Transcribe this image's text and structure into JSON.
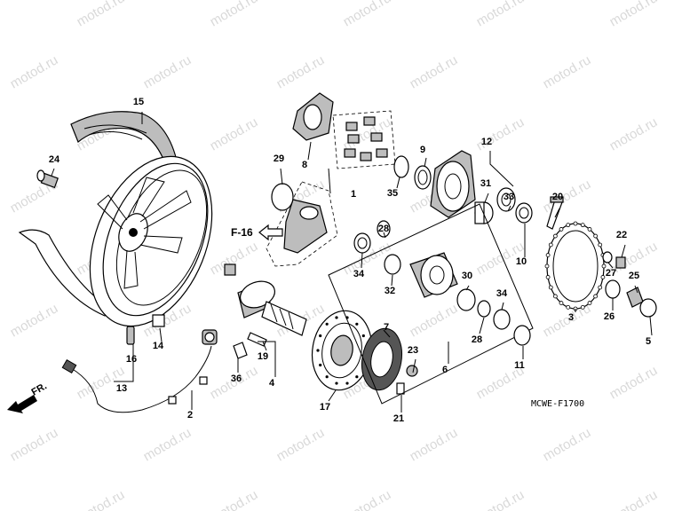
{
  "watermark": "motod.ru",
  "diagram_code": "MCWE-F1700",
  "ref_f16": "F-16",
  "direction_label": "FR.",
  "callouts": [
    "1",
    "2",
    "3",
    "4",
    "5",
    "6",
    "7",
    "8",
    "9",
    "10",
    "11",
    "12",
    "13",
    "14",
    "15",
    "16",
    "17",
    "19",
    "20",
    "21",
    "22",
    "23",
    "24",
    "25",
    "26",
    "27",
    "28",
    "28",
    "29",
    "30",
    "31",
    "32",
    "33",
    "34",
    "34",
    "35",
    "36"
  ]
}
